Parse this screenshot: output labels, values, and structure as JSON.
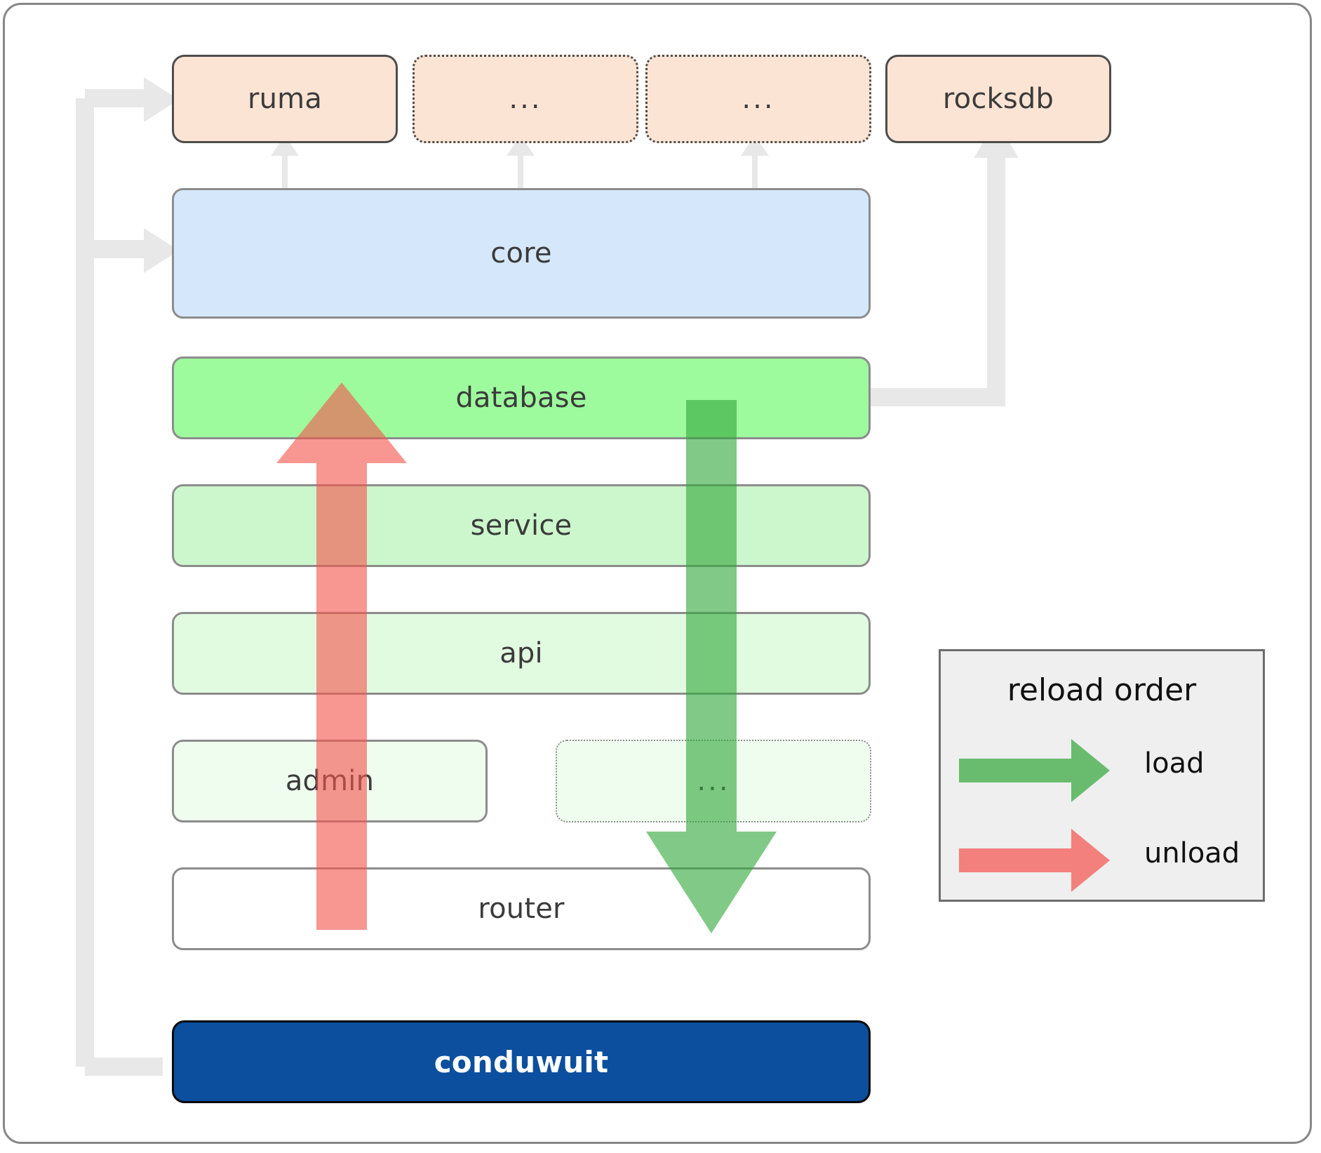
{
  "diagram": {
    "title": "conduwuit crate dependency / reload order diagram",
    "colors": {
      "dependency_fill": "#fce4d4",
      "core_fill": "#d5e8fb",
      "database_fill": "#9dfb9d",
      "service_fill": "#ccf7cc",
      "api_fill": "#e1fbe1",
      "leaf_fill": "#effdef",
      "router_fill": "#ffffff",
      "app_fill": "#0b4f9e",
      "connector_gray": "#e8e8e8",
      "load_green": "#4caf50",
      "unload_red": "#f77b7b",
      "legend_bg": "#efefef",
      "frame_border": "#878787"
    },
    "dependencies": [
      {
        "id": "ruma",
        "label": "ruma",
        "style": "solid"
      },
      {
        "id": "dep-ellipsis-1",
        "label": "...",
        "style": "dotted"
      },
      {
        "id": "dep-ellipsis-2",
        "label": "...",
        "style": "dotted"
      },
      {
        "id": "rocksdb",
        "label": "rocksdb",
        "style": "solid"
      }
    ],
    "layers": [
      {
        "id": "core",
        "label": "core"
      },
      {
        "id": "database",
        "label": "database"
      },
      {
        "id": "service",
        "label": "service"
      },
      {
        "id": "api",
        "label": "api"
      },
      {
        "id": "admin",
        "label": "admin"
      },
      {
        "id": "layer-ellipsis",
        "label": "...",
        "style": "dotted"
      },
      {
        "id": "router",
        "label": "router"
      }
    ],
    "application": {
      "id": "conduwuit",
      "label": "conduwuit"
    },
    "legend": {
      "title": "reload order",
      "entries": [
        {
          "id": "load",
          "label": "load",
          "color": "#4caf50"
        },
        {
          "id": "unload",
          "label": "unload",
          "color": "#f77b7b"
        }
      ]
    }
  }
}
